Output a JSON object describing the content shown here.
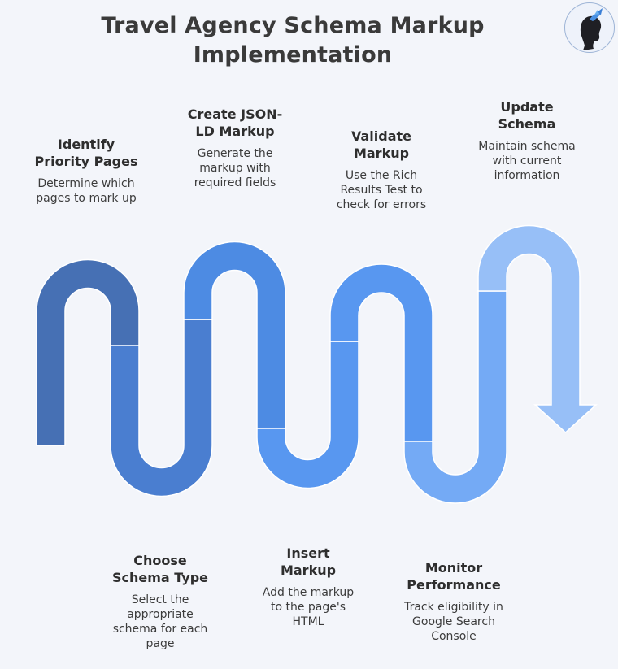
{
  "title": {
    "line1": "Travel Agency Schema Markup",
    "line2": "Implementation"
  },
  "colors": [
    "#4670b4",
    "#4a7ed0",
    "#4d8be3",
    "#5897f0",
    "#74aaf5",
    "#97bff7"
  ],
  "steps": [
    {
      "title_lines": [
        "Identify",
        "Priority Pages"
      ],
      "desc_lines": [
        "Determine which",
        "pages to mark up"
      ]
    },
    {
      "title_lines": [
        "Choose",
        "Schema Type"
      ],
      "desc_lines": [
        "Select the",
        "appropriate",
        "schema for each",
        "page"
      ]
    },
    {
      "title_lines": [
        "Create JSON-",
        "LD Markup"
      ],
      "desc_lines": [
        "Generate the",
        "markup with",
        "required fields"
      ]
    },
    {
      "title_lines": [
        "Insert",
        "Markup"
      ],
      "desc_lines": [
        "Add the markup",
        "to the page's",
        "HTML"
      ]
    },
    {
      "title_lines": [
        "Validate",
        "Markup"
      ],
      "desc_lines": [
        "Use the Rich",
        "Results Test to",
        "check for errors"
      ]
    },
    {
      "title_lines": [
        "Monitor",
        "Performance"
      ],
      "desc_lines": [
        "Track eligibility in",
        "Google Search",
        "Console"
      ]
    },
    {
      "title_lines": [
        "Update",
        "Schema"
      ],
      "desc_lines": [
        "Maintain schema",
        "with current",
        "information"
      ]
    }
  ]
}
